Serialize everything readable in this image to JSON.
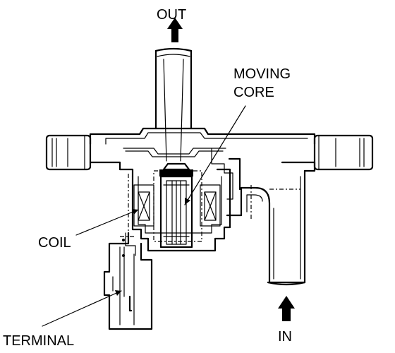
{
  "labels": {
    "out": "OUT",
    "in": "IN",
    "moving_core": [
      "MOVING",
      "CORE"
    ],
    "coil": "COIL",
    "terminal": "TERMINAL"
  },
  "colors": {
    "ink": "#000000",
    "background": "#ffffff"
  }
}
